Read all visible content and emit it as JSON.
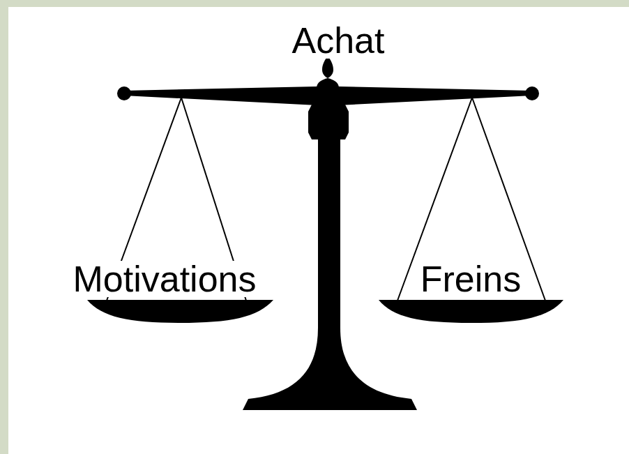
{
  "diagram": {
    "labels": [
      "Achat",
      "Motivations",
      "Freins"
    ]
  }
}
